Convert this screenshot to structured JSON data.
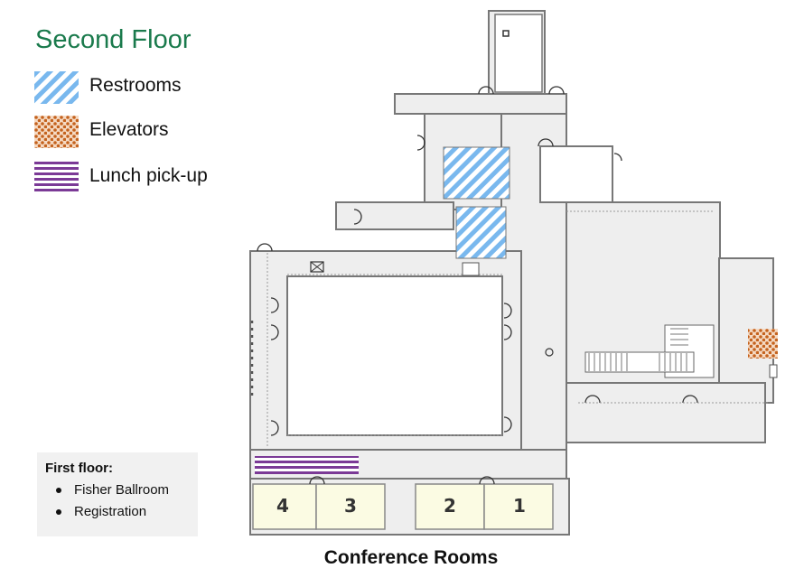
{
  "title": "Second Floor",
  "colors": {
    "title": "#1a7a4c",
    "restroom_stripe": "#79b8ee",
    "elevator_dot": "#c4621e",
    "lunch_stripe": "#7b3a96",
    "room_fill": "#fbfbe3",
    "floor_fill": "#eeeeee",
    "wall": "#777777"
  },
  "legend": [
    {
      "label": "Restrooms",
      "pattern": "restroom"
    },
    {
      "label": "Elevators",
      "pattern": "elevator"
    },
    {
      "label": "Lunch pick-up",
      "pattern": "lunch"
    }
  ],
  "first_floor": {
    "heading": "First floor:",
    "items": [
      "Fisher Ballroom",
      "Registration"
    ]
  },
  "conference_rooms": {
    "caption": "Conference Rooms",
    "rooms": [
      "4",
      "3",
      "2",
      "1"
    ]
  }
}
